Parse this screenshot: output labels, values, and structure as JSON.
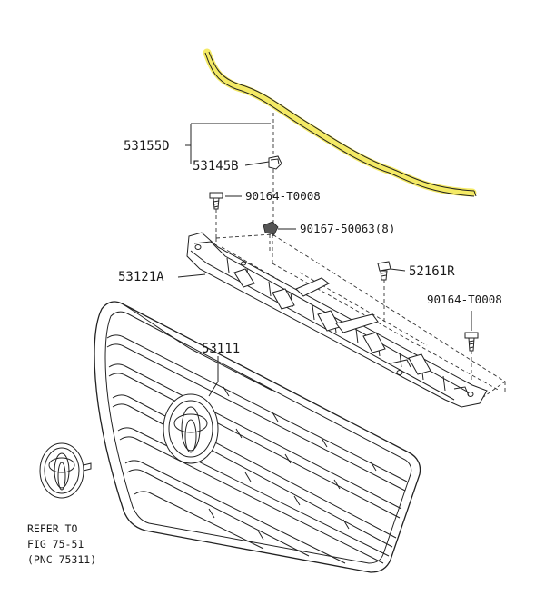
{
  "labels": {
    "part_53155D": "53155D",
    "part_53145B": "53145B",
    "part_90164_top": "90164-T0008",
    "part_90167": "90167-50063(8)",
    "part_52161R": "52161R",
    "part_53121A": "53121A",
    "part_90164_right": "90164-T0008",
    "part_53111": "53111"
  },
  "reference_note": {
    "line1": "REFER TO",
    "line2": "FIG 75-51",
    "line3": "(PNC 75311)"
  },
  "colors": {
    "highlight": "#f2e64a",
    "line": "#222222"
  }
}
